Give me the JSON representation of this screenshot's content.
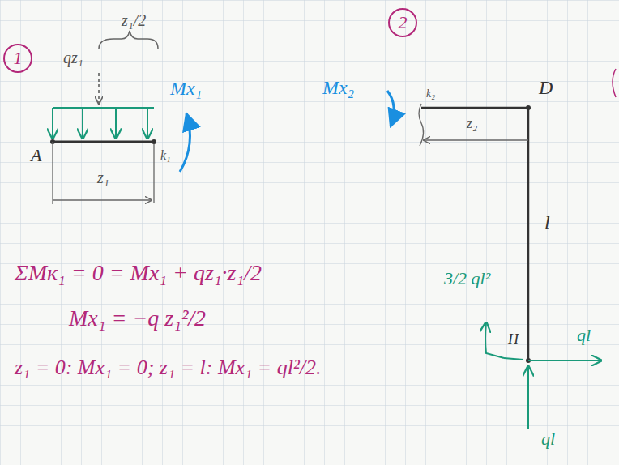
{
  "diagram": {
    "nodes": [
      {
        "text": [
          "1"
        ]
      },
      {
        "text": [
          "2"
        ]
      }
    ],
    "labels": [
      "qz₁",
      "z₁/2",
      "Mx₁",
      "A",
      "k₁",
      "z₁",
      "ΣMк₁ = 0 = Mx₁ + qz₁·z₁/2",
      "Mx₁ = −q z₁²/2",
      "z₁ = 0: Mx₁ = 0;   z₁ = l: Mx₁ = ql²/2.",
      "Mx₂",
      "k₂",
      "D",
      "z₂",
      "l",
      "3/2 ql²",
      "H",
      "ql",
      "ql"
    ]
  }
}
